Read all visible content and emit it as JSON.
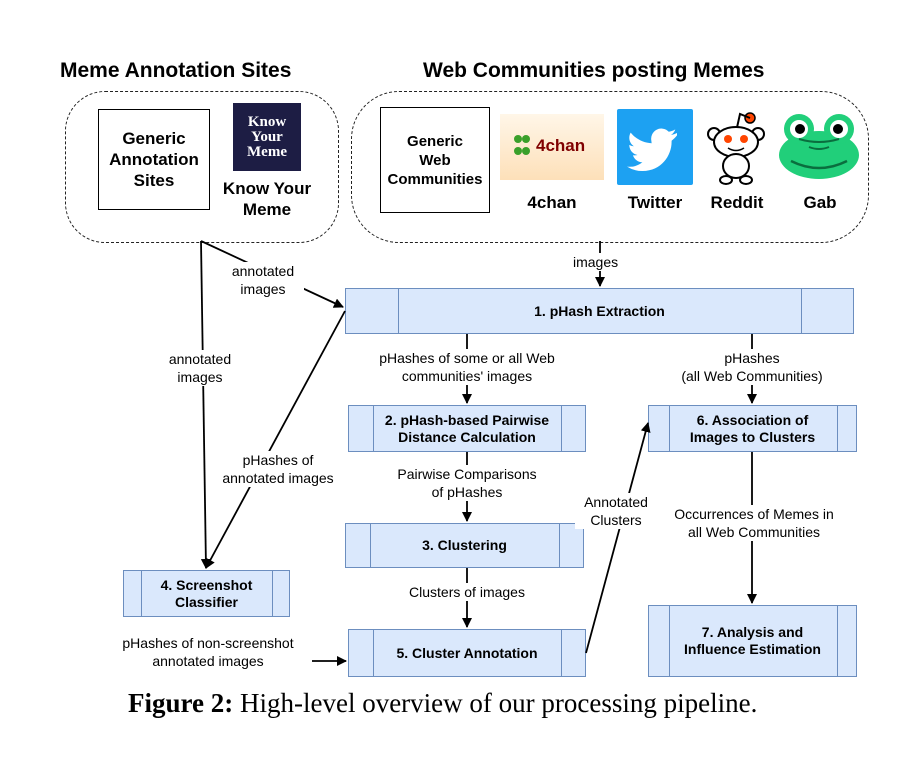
{
  "groups": {
    "meme_sites": "Meme Annotation Sites",
    "web_communities": "Web Communities posting Memes"
  },
  "boxes": {
    "generic_annotation": "Generic\nAnnotation\nSites",
    "generic_web": "Generic\nWeb\nCommunities",
    "kym_logo": "Know\nYour\nMeme"
  },
  "sources": {
    "kym": "Know Your\nMeme",
    "fourchan": "4chan",
    "fourchan_logo": "4chan",
    "twitter": "Twitter",
    "reddit": "Reddit",
    "gab": "Gab"
  },
  "steps": {
    "s1": "1. pHash Extraction",
    "s2": "2. pHash-based Pairwise\nDistance Calculation",
    "s3": "3. Clustering",
    "s4": "4. Screenshot\nClassifier",
    "s5": "5. Cluster Annotation",
    "s6": "6. Association of\nImages to Clusters",
    "s7": "7. Analysis and\nInfluence Estimation"
  },
  "edges": {
    "images": "images",
    "annotated_images_top": "annotated\nimages",
    "annotated_images_left": "annotated\nimages",
    "phashes_annotated": "pHashes of\nannotated images",
    "phashes_some": "pHashes of some or all Web\ncommunities' images",
    "phashes_all": "pHashes\n(all Web Communities)",
    "pairwise": "Pairwise Comparisons\nof pHashes",
    "clusters_images": "Clusters of images",
    "annotated_clusters": "Annotated\nClusters",
    "occurrences": "Occurrences of Memes in\nall Web Communities",
    "non_screenshot": "pHashes of non-screenshot\nannotated images"
  },
  "caption": {
    "label": "Figure 2:",
    "text": " High-level overview of our processing pipeline."
  },
  "colors": {
    "step_fill": "#dae8fc",
    "step_border": "#6c8ebf",
    "twitter": "#1da1f2",
    "reddit": "#ff4500",
    "gab": "#21cf7a",
    "kym_bg": "#1d1d44"
  }
}
